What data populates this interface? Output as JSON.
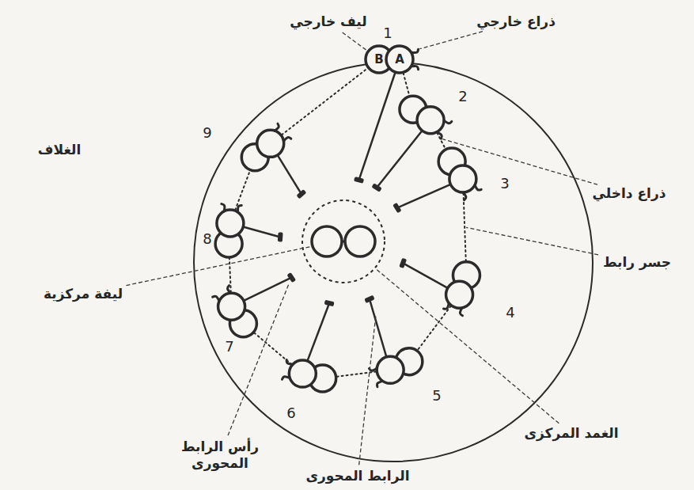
{
  "diagram": {
    "nodes": [
      {
        "text": [
          "B"
        ]
      },
      {
        "text": [
          "A"
        ]
      }
    ],
    "labels": [
      "ليف خارجي",
      "ذراع خارجي",
      "الغلاف",
      "ذراع داخلي",
      "جسر رابط",
      "ليفة مركزية",
      "رأس الرابط المحورى",
      "الرابط المحورى",
      "الغمد المركزى",
      "1",
      "2",
      "3",
      "4",
      "5",
      "6",
      "7",
      "8",
      "9"
    ]
  }
}
